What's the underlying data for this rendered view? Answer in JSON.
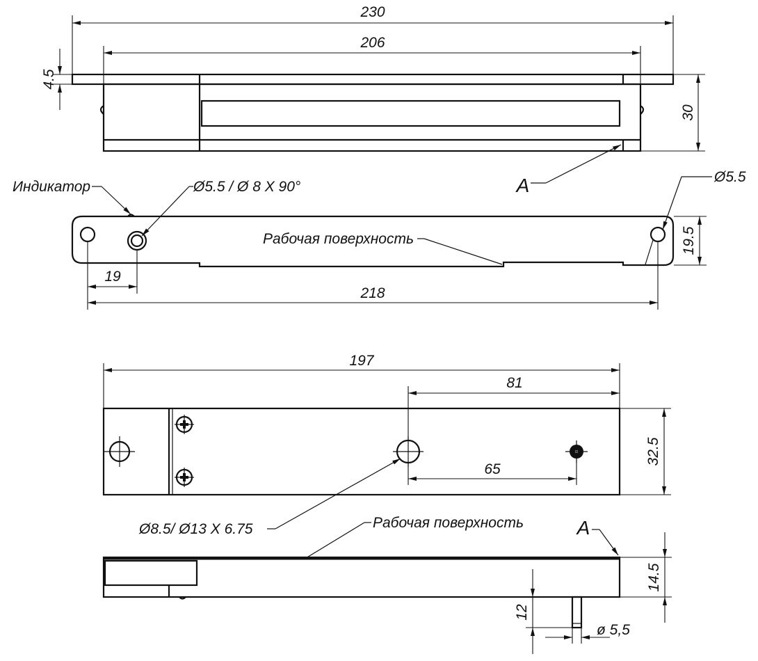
{
  "dims": {
    "d230": "230",
    "d206": "206",
    "d4_5": "4.5",
    "d30": "30",
    "d19": "19",
    "d218": "218",
    "d19_5": "19.5",
    "d197": "197",
    "d81": "81",
    "d65": "65",
    "d32_5": "32.5",
    "d14_5": "14.5",
    "d12": "12"
  },
  "labels": {
    "indicator": "Индикатор",
    "hole_countersink": "Ø5.5 / Ø 8 X 90°",
    "hole_right": "Ø5.5",
    "working_surface_1": "Рабочая поверхность",
    "working_surface_2": "Рабочая поверхность",
    "hole_counterbore": "Ø8.5/ Ø13 X 6.75",
    "pin_diameter": "ø 5,5",
    "view_a_1": "A",
    "view_a_2": "A"
  }
}
